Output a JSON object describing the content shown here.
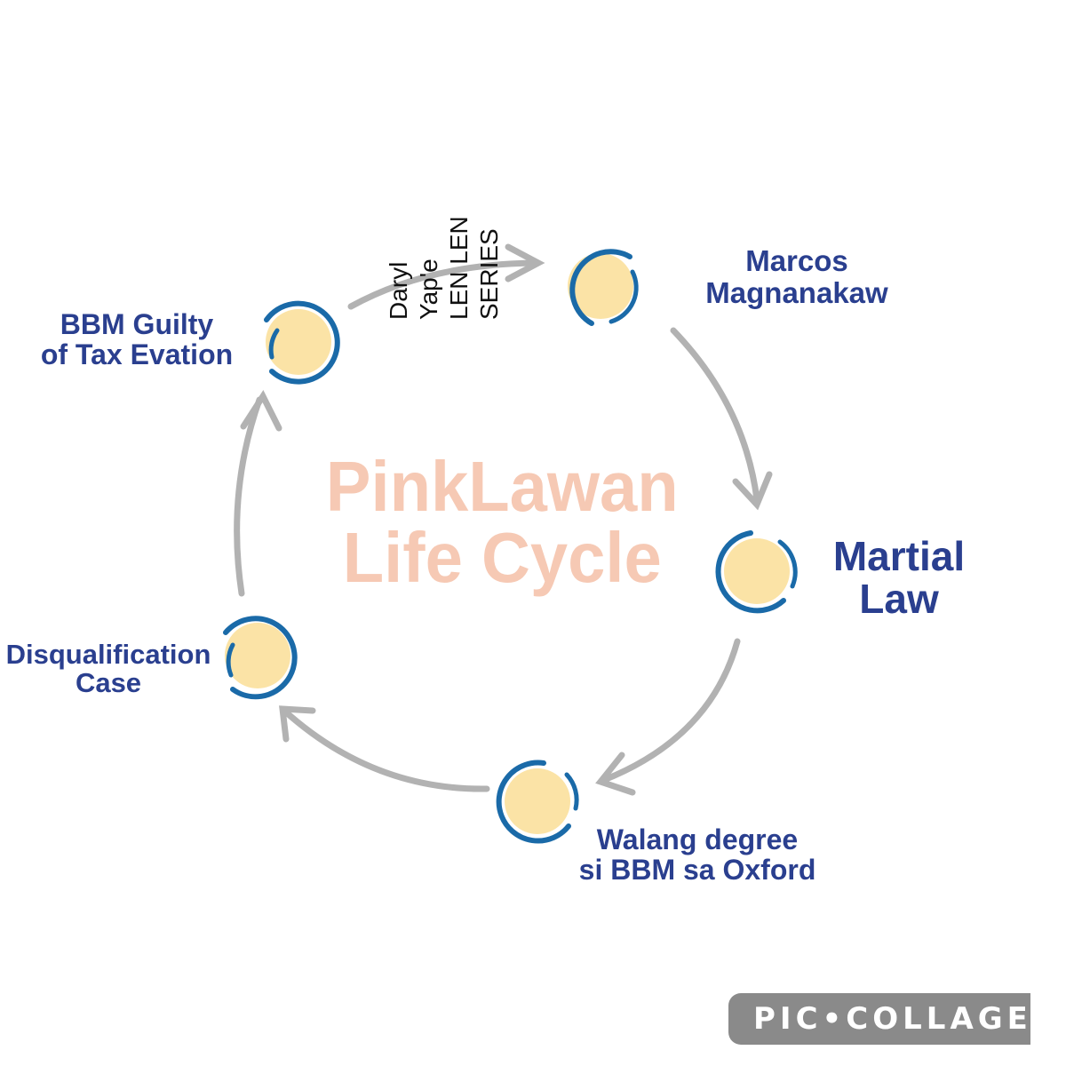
{
  "diagram": {
    "watermark": [
      "PinkLawan",
      "Life Cycle"
    ],
    "stages": [
      {
        "id": "marcos",
        "lines": [
          "Marcos",
          "Magnanakaw"
        ]
      },
      {
        "id": "martial",
        "lines": [
          "Martial",
          "Law"
        ]
      },
      {
        "id": "degree",
        "lines": [
          "Walang degree",
          "si BBM sa Oxford"
        ]
      },
      {
        "id": "disqual",
        "lines": [
          "Disqualification",
          "Case"
        ]
      },
      {
        "id": "tax",
        "lines": [
          "BBM Guilty",
          "of Tax Evation"
        ]
      }
    ],
    "overlay_text": [
      "Daryl",
      "Yap'e",
      "LEN LEN",
      "SERIES"
    ],
    "colors": {
      "node_fill": "#fbe3a6",
      "node_ring": "#1a6aa8",
      "arrow": "#b2b2b2",
      "label": "#2a3f8f",
      "watermark": "#f6c9b4"
    }
  },
  "badge": {
    "text": "PIC•COLLAGE"
  }
}
